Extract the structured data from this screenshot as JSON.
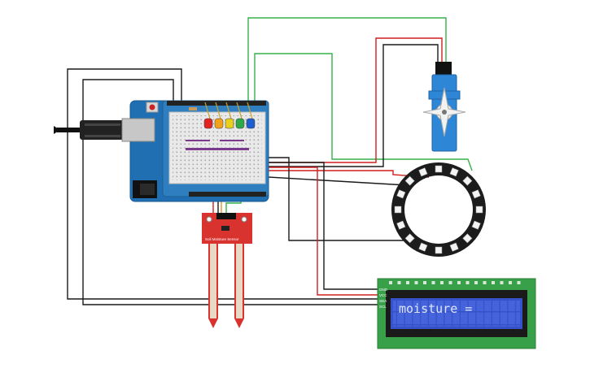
{
  "colors": {
    "arduino_blue": "#1f6fb2",
    "shield_blue": "#2f7fc0",
    "lcd_green": "#39a04a",
    "lcd_screen": "#3552c8",
    "sensor_red": "#d9332f",
    "servo_blue": "#2d86d6",
    "ring_black": "#1c1c1c",
    "wire_red": "#d11f1f",
    "wire_green": "#36b04a",
    "wire_black": "#1a1a1a",
    "led_colors": [
      "#e02424",
      "#f0a21b",
      "#e8d11c",
      "#2fa84a",
      "#1f5fd0"
    ]
  },
  "lcd": {
    "text": "moisture =",
    "pins": [
      "GND",
      "VCC",
      "SDA",
      "SCL"
    ]
  },
  "soil_sensor": {
    "label": "Soil Moisture Sensor"
  },
  "icons": {
    "usb": "usb-connector-icon",
    "power": "power-jack-icon"
  }
}
